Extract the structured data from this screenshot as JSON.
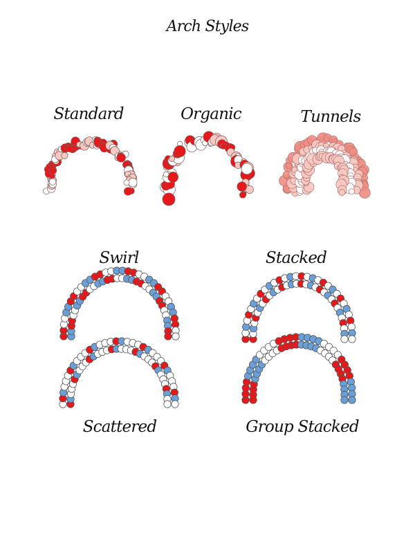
{
  "page": {
    "title": "Arch Styles"
  },
  "colors": {
    "red": "#e8181a",
    "light_red": "#f08d82",
    "pink": "#f7c9c0",
    "blue": "#6a9fd8",
    "white": "#ffffff",
    "outline": "#7a5a5a"
  },
  "styles": [
    {
      "id": "standard",
      "label": "Standard"
    },
    {
      "id": "organic",
      "label": "Organic"
    },
    {
      "id": "tunnels",
      "label": "Tunnels"
    },
    {
      "id": "swirl",
      "label": "Swirl"
    },
    {
      "id": "stacked",
      "label": "Stacked"
    },
    {
      "id": "scattered",
      "label": "Scattered"
    },
    {
      "id": "group-stacked",
      "label": "Group Stacked"
    }
  ]
}
